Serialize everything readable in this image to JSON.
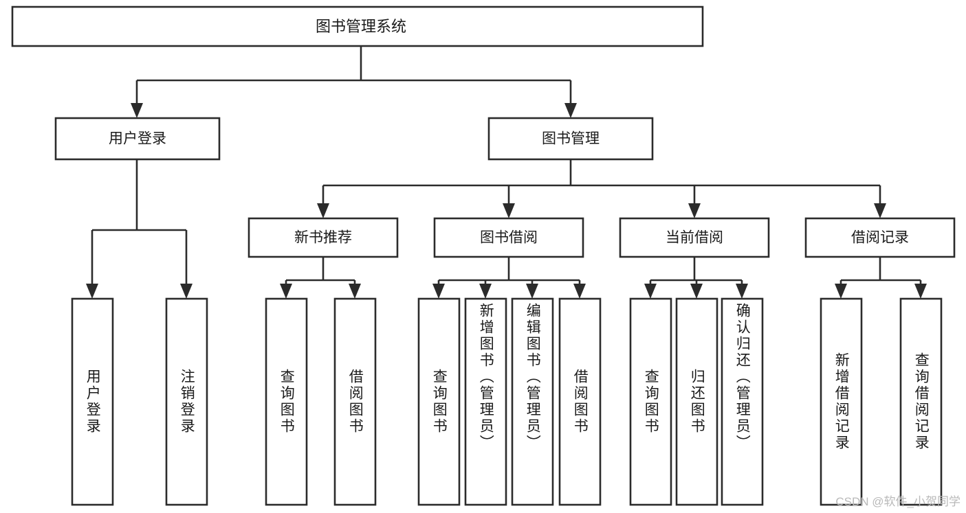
{
  "diagram": {
    "type": "tree-hierarchy",
    "title": "图书管理系统",
    "watermark": "CSDN @软件_小贺同学",
    "colors": {
      "stroke": "#2b2b2b",
      "fill": "#ffffff",
      "text": "#1a1a1a",
      "watermark": "#b9b9b9",
      "background": "#ffffff"
    },
    "levels": [
      {
        "level": 0,
        "nodes": [
          {
            "id": "root",
            "label": "图书管理系统",
            "orientation": "horizontal"
          }
        ]
      },
      {
        "level": 1,
        "nodes": [
          {
            "id": "user-login",
            "label": "用户登录",
            "orientation": "horizontal",
            "parent": "root"
          },
          {
            "id": "book-mgmt",
            "label": "图书管理",
            "orientation": "horizontal",
            "parent": "root"
          }
        ]
      },
      {
        "level": 2,
        "nodes": [
          {
            "id": "new-book-rec",
            "label": "新书推荐",
            "orientation": "horizontal",
            "parent": "book-mgmt"
          },
          {
            "id": "book-borrow",
            "label": "图书借阅",
            "orientation": "horizontal",
            "parent": "book-mgmt"
          },
          {
            "id": "current-borrow",
            "label": "当前借阅",
            "orientation": "horizontal",
            "parent": "book-mgmt"
          },
          {
            "id": "borrow-record",
            "label": "借阅记录",
            "orientation": "horizontal",
            "parent": "book-mgmt"
          }
        ]
      },
      {
        "level": 3,
        "nodes": [
          {
            "id": "leaf-user-login",
            "label": "用户登录",
            "orientation": "vertical",
            "parent": "user-login"
          },
          {
            "id": "leaf-user-logout",
            "label": "注销登录",
            "orientation": "vertical",
            "parent": "user-login"
          },
          {
            "id": "leaf-rec-query",
            "label": "查询图书",
            "orientation": "vertical",
            "parent": "new-book-rec"
          },
          {
            "id": "leaf-rec-borrow",
            "label": "借阅图书",
            "orientation": "vertical",
            "parent": "new-book-rec"
          },
          {
            "id": "leaf-borrow-query",
            "label": "查询图书",
            "orientation": "vertical",
            "parent": "book-borrow"
          },
          {
            "id": "leaf-borrow-add",
            "label": "新增图书（管理员）",
            "orientation": "vertical",
            "parent": "book-borrow"
          },
          {
            "id": "leaf-borrow-edit",
            "label": "编辑图书（管理员）",
            "orientation": "vertical",
            "parent": "book-borrow"
          },
          {
            "id": "leaf-borrow-do",
            "label": "借阅图书",
            "orientation": "vertical",
            "parent": "book-borrow"
          },
          {
            "id": "leaf-current-query",
            "label": "查询图书",
            "orientation": "vertical",
            "parent": "current-borrow"
          },
          {
            "id": "leaf-current-return",
            "label": "归还图书",
            "orientation": "vertical",
            "parent": "current-borrow"
          },
          {
            "id": "leaf-current-confirm",
            "label": "确认归还（管理员）",
            "orientation": "vertical",
            "parent": "current-borrow"
          },
          {
            "id": "leaf-record-add",
            "label": "新增借阅记录",
            "orientation": "vertical",
            "parent": "borrow-record"
          },
          {
            "id": "leaf-record-query",
            "label": "查询借阅记录",
            "orientation": "vertical",
            "parent": "borrow-record"
          }
        ]
      }
    ]
  }
}
